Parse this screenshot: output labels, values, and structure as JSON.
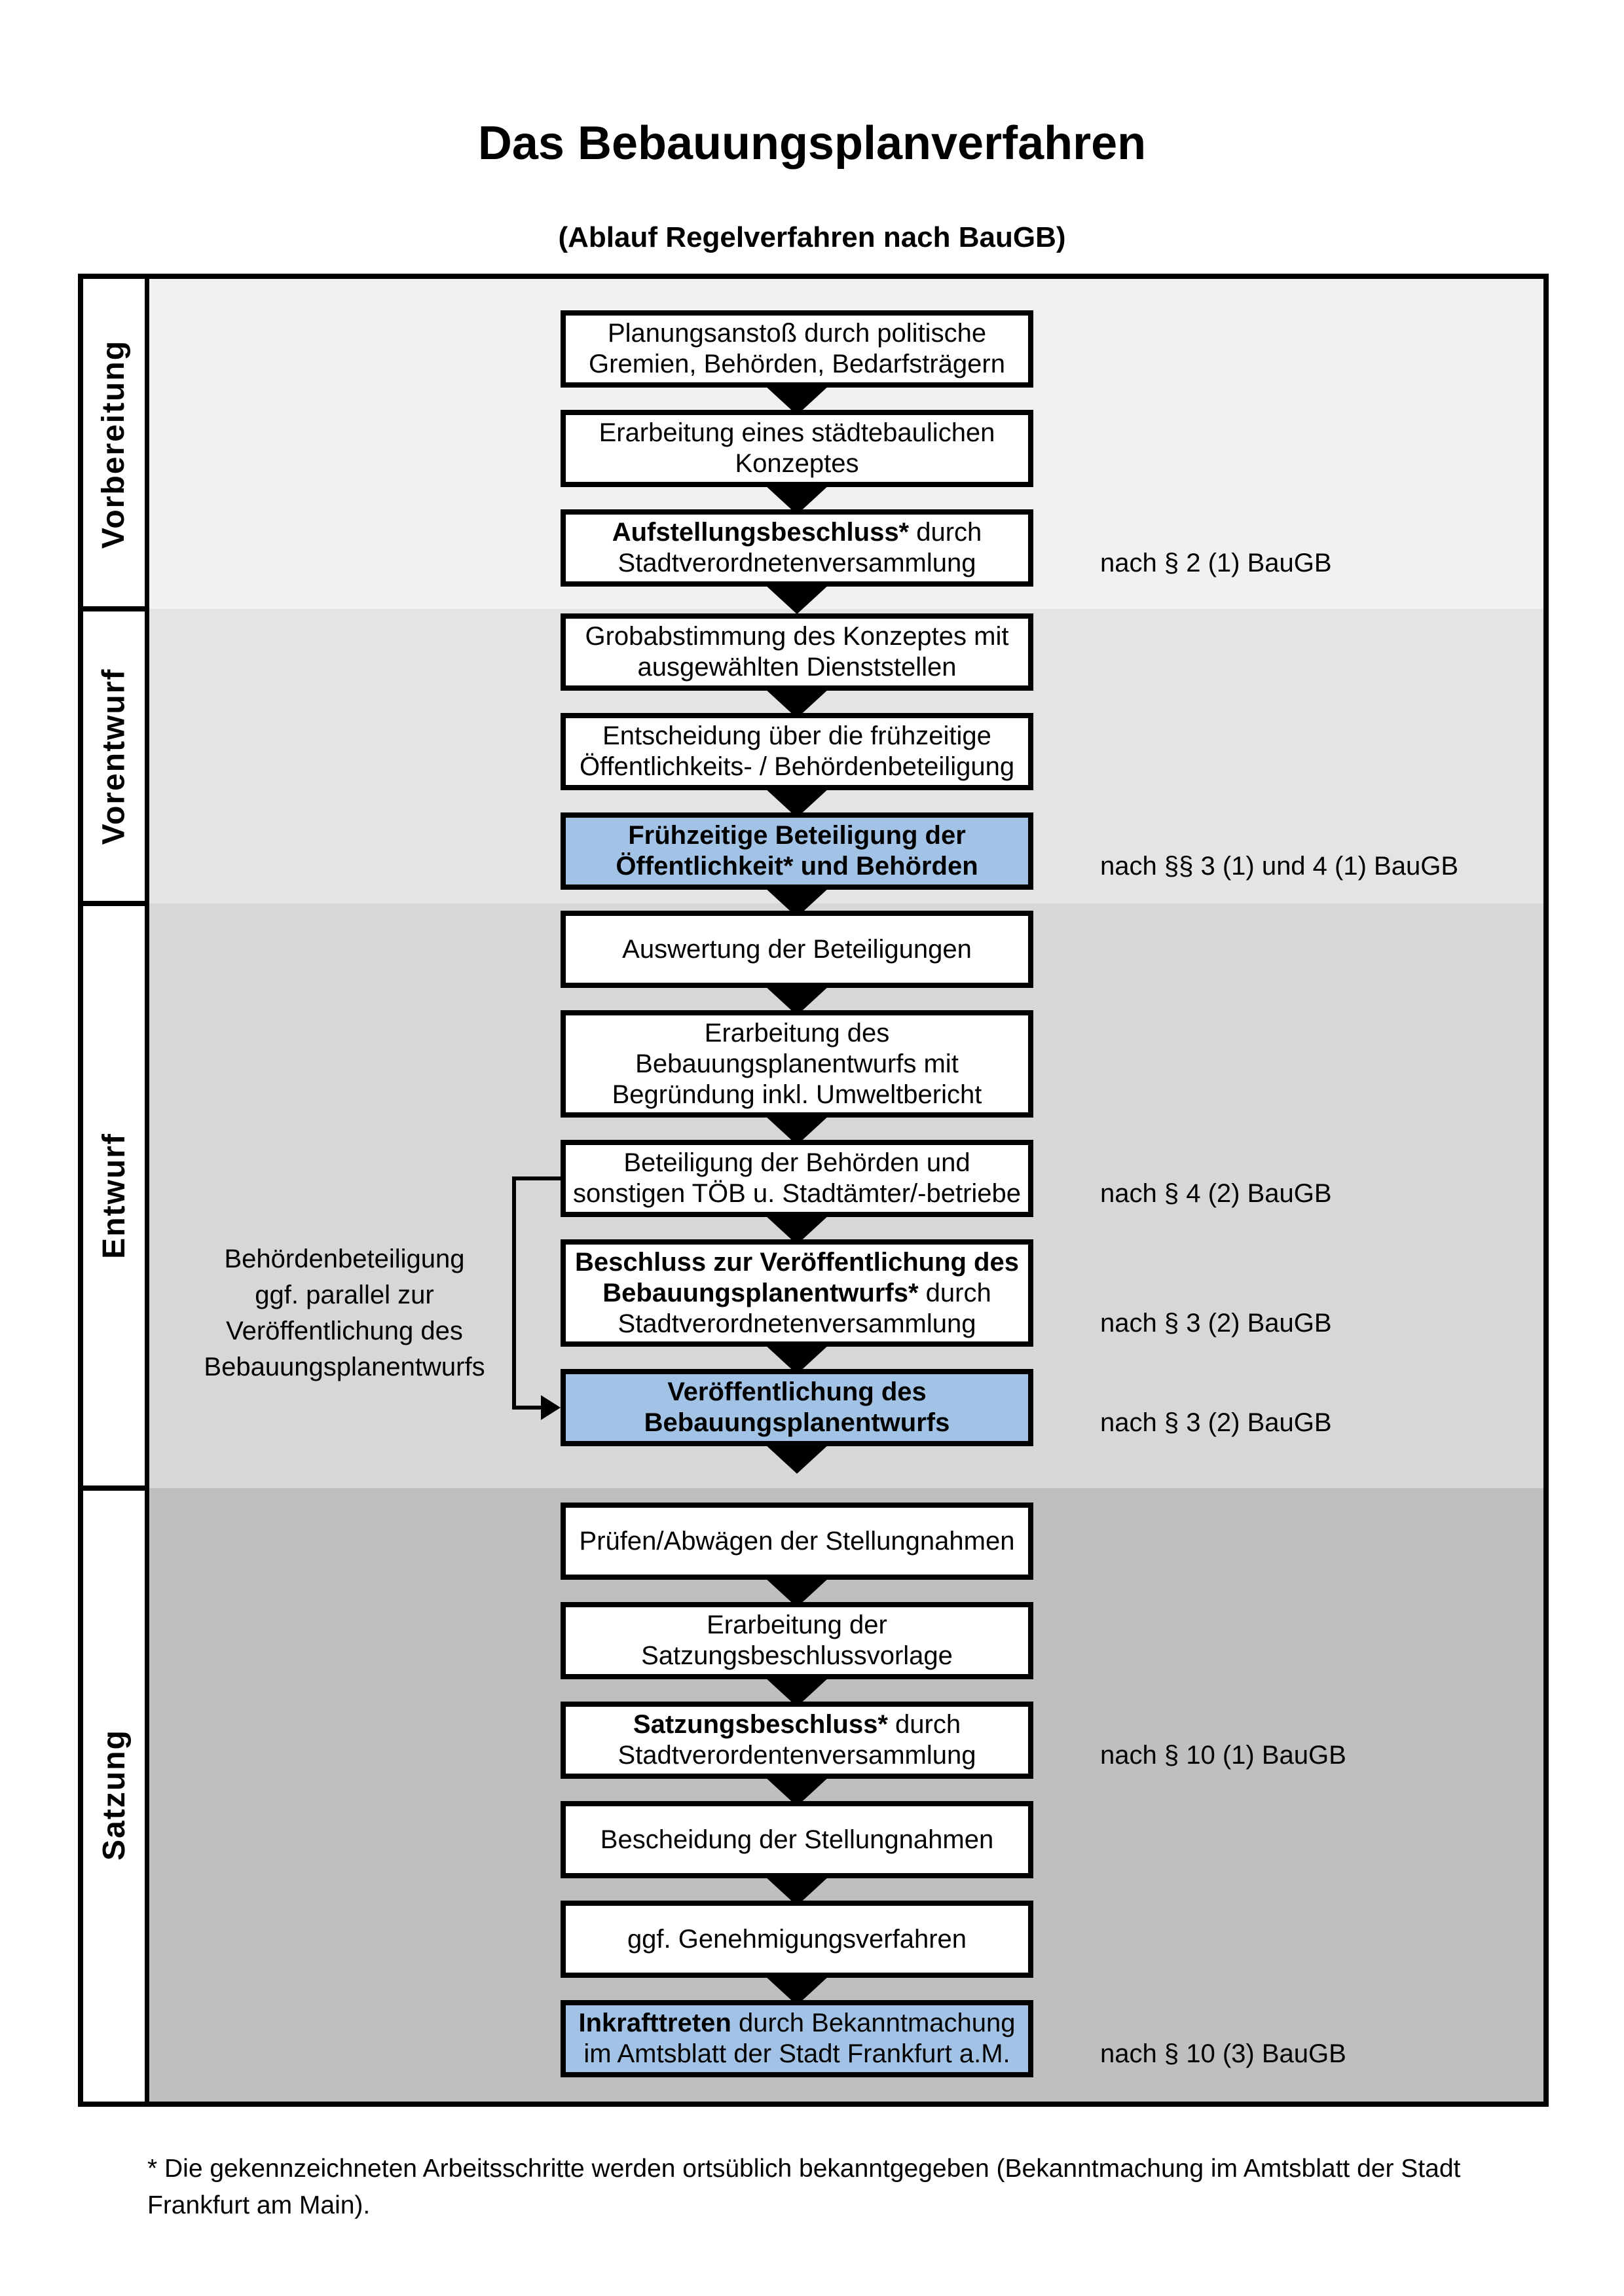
{
  "header": {
    "title": "Das Bebauungsplanverfahren",
    "subtitle": "(Ablauf Regelverfahren nach BauGB)"
  },
  "sidebar": {
    "sections": [
      {
        "label": "Vorbereitung"
      },
      {
        "label": "Vorentwurf"
      },
      {
        "label": "Entwurf"
      },
      {
        "label": "Satzung"
      }
    ]
  },
  "flow": [
    {
      "id": "b1",
      "highlight": false,
      "lines": [
        [
          {
            "t": "Planungsanstoß durch politische"
          }
        ],
        [
          {
            "t": "Gremien, Behörden, Bedarfsträgern"
          }
        ]
      ]
    },
    {
      "id": "b2",
      "highlight": false,
      "lines": [
        [
          {
            "t": "Erarbeitung eines städtebaulichen"
          }
        ],
        [
          {
            "t": "Konzeptes"
          }
        ]
      ]
    },
    {
      "id": "b3",
      "highlight": false,
      "lines": [
        [
          {
            "t": "Aufstellungsbeschluss*",
            "b": true
          },
          {
            "t": " durch"
          }
        ],
        [
          {
            "t": "Stadtverordnetenversammlung"
          }
        ]
      ]
    },
    {
      "id": "b4",
      "highlight": false,
      "lines": [
        [
          {
            "t": "Grobabstimmung des Konzeptes mit"
          }
        ],
        [
          {
            "t": "ausgewählten Dienststellen"
          }
        ]
      ]
    },
    {
      "id": "b5",
      "highlight": false,
      "lines": [
        [
          {
            "t": "Entscheidung über die frühzeitige"
          }
        ],
        [
          {
            "t": "Öffentlichkeits- / Behördenbeteiligung"
          }
        ]
      ]
    },
    {
      "id": "b6",
      "highlight": true,
      "lines": [
        [
          {
            "t": "Frühzeitige Beteiligung der",
            "b": true
          }
        ],
        [
          {
            "t": "Öffentlichkeit* und Behörden",
            "b": true
          }
        ]
      ]
    },
    {
      "id": "b7",
      "highlight": false,
      "lines": [
        [
          {
            "t": "Auswertung der Beteiligungen"
          }
        ]
      ]
    },
    {
      "id": "b8",
      "highlight": false,
      "lines": [
        [
          {
            "t": "Erarbeitung des"
          }
        ],
        [
          {
            "t": "Bebauungsplanentwurfs mit"
          }
        ],
        [
          {
            "t": "Begründung inkl. Umweltbericht"
          }
        ]
      ]
    },
    {
      "id": "b9",
      "highlight": false,
      "lines": [
        [
          {
            "t": "Beteiligung der Behörden und"
          }
        ],
        [
          {
            "t": "sonstigen TÖB u. Stadtämter/-betriebe"
          }
        ]
      ]
    },
    {
      "id": "b10",
      "highlight": false,
      "lines": [
        [
          {
            "t": "Beschluss zur Veröffentlichung des",
            "b": true
          }
        ],
        [
          {
            "t": "Bebauungsplanentwurfs*",
            "b": true
          },
          {
            "t": " durch"
          }
        ],
        [
          {
            "t": "Stadtverordnetenversammlung"
          }
        ]
      ]
    },
    {
      "id": "b11",
      "highlight": true,
      "lines": [
        [
          {
            "t": "Veröffentlichung des",
            "b": true
          }
        ],
        [
          {
            "t": "Bebauungsplanentwurfs",
            "b": true
          }
        ]
      ]
    },
    {
      "id": "b12",
      "highlight": false,
      "lines": [
        [
          {
            "t": "Prüfen/Abwägen der Stellungnahmen"
          }
        ]
      ]
    },
    {
      "id": "b13",
      "highlight": false,
      "lines": [
        [
          {
            "t": "Erarbeitung der"
          }
        ],
        [
          {
            "t": "Satzungsbeschlussvorlage"
          }
        ]
      ]
    },
    {
      "id": "b14",
      "highlight": false,
      "lines": [
        [
          {
            "t": "Satzungsbeschluss*",
            "b": true
          },
          {
            "t": " durch"
          }
        ],
        [
          {
            "t": "Stadtverordentenversammlung"
          }
        ]
      ]
    },
    {
      "id": "b15",
      "highlight": false,
      "lines": [
        [
          {
            "t": "Bescheidung der Stellungnahmen"
          }
        ]
      ]
    },
    {
      "id": "b16",
      "highlight": false,
      "lines": [
        [
          {
            "t": "ggf. Genehmigungsverfahren"
          }
        ]
      ]
    },
    {
      "id": "b17",
      "highlight": true,
      "lines": [
        [
          {
            "t": "Inkrafttreten",
            "b": true
          },
          {
            "t": " durch Bekanntmachung"
          }
        ],
        [
          {
            "t": "im Amtsblatt der Stadt Frankfurt a.M."
          }
        ]
      ]
    }
  ],
  "annotations": [
    {
      "text": "nach § 2 (1) BauGB"
    },
    {
      "text": "nach §§ 3 (1) und 4 (1) BauGB"
    },
    {
      "text": "nach § 4 (2) BauGB"
    },
    {
      "text": "nach § 3 (2) BauGB"
    },
    {
      "text": "nach § 3 (2) BauGB"
    },
    {
      "text": "nach § 10 (1) BauGB"
    },
    {
      "text": "nach § 10 (3) BauGB"
    }
  ],
  "side_note": {
    "lines": [
      "Behördenbeteiligung",
      "ggf. parallel zur",
      "Veröffentlichung des",
      "Bebauungsplanentwurfs"
    ]
  },
  "footnote": {
    "lines": [
      "* Die gekennzeichneten Arbeitsschritte werden ortsüblich bekanntgegeben (Bekanntmachung im Amtsblatt  der Stadt",
      "Frankfurt am Main)."
    ]
  },
  "colors": {
    "highlight_blue": "#a3c3e6",
    "section_backgrounds": [
      "#f1f1f1",
      "#e4e4e4",
      "#d7d7d7",
      "#bfbfbf"
    ]
  }
}
